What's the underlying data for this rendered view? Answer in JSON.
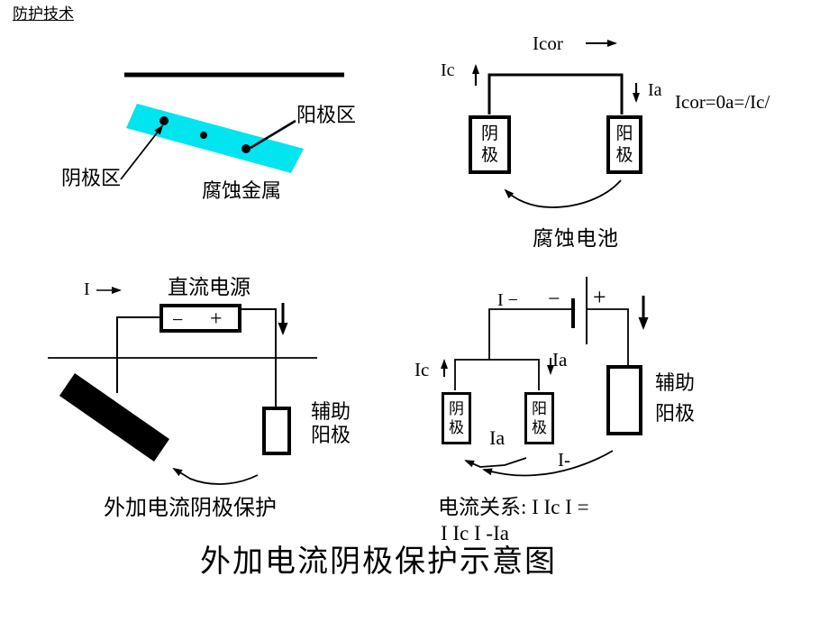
{
  "header": {
    "nav_title": "防护技术"
  },
  "colors": {
    "metal": "#00E5F0",
    "line": "#000000"
  },
  "metal_diagram": {
    "anode_region": "阳极区",
    "cathode_region": "阴极区",
    "caption": "腐蚀金属"
  },
  "cell_diagram": {
    "icor": "Icor",
    "ic": "Ic",
    "ia": "Ia",
    "equation": "Icor=0a=/Ic/",
    "cathode": "阴\n极",
    "anode": "阳\n极",
    "caption": "腐蚀电池"
  },
  "iccp_diagram": {
    "current": "I",
    "power_supply": "直流电源",
    "minus": "−",
    "plus": "+",
    "aux_anode": "辅助\n阳极",
    "caption": "外加电流阴极保护"
  },
  "circuit_diagram": {
    "i_label": "I −",
    "minus": "−",
    "plus": "+",
    "ic": "Ic",
    "ia_top": "Ia",
    "ia_bottom": "Ia",
    "i_minus": "I-",
    "cathode": "阴\n极",
    "anode": "阳\n极",
    "aux_anode": "辅助\n阳极",
    "relation_line1": "电流关系: I Ic I =",
    "relation_line2": "I Ic I -Ia"
  },
  "footer": {
    "main_title": "外加电流阴极保护示意图"
  }
}
